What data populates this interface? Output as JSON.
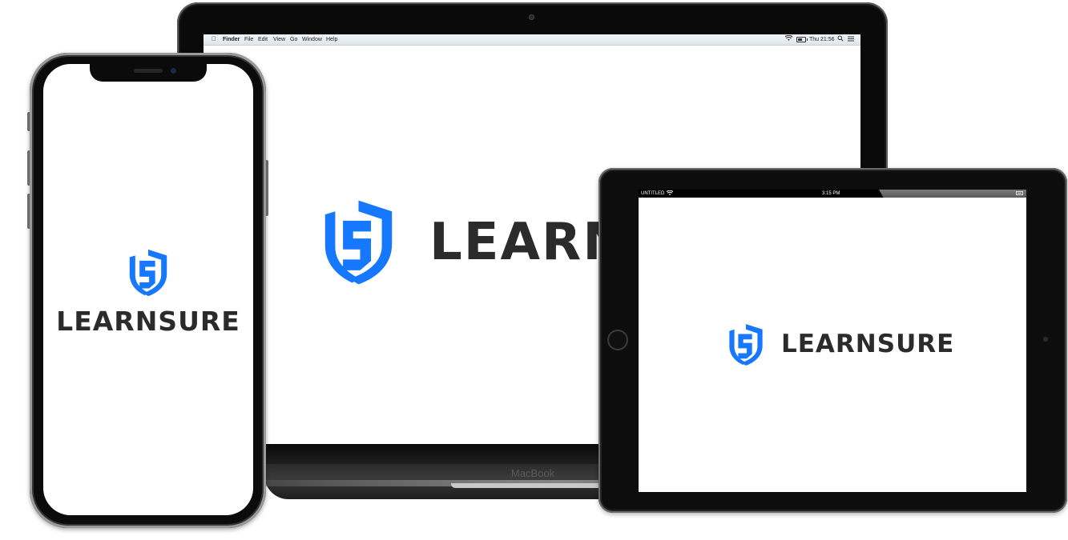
{
  "brand": {
    "wordmark": "LEARNSURE",
    "primary_color": "#1677ff",
    "text_color": "#2b2b2b",
    "logo_icon": "shield-s-logo-icon"
  },
  "laptop": {
    "brand_label": "MacBook",
    "menubar": {
      "apple_icon": "apple-icon",
      "items": [
        "Finder",
        "File",
        "Edit",
        "View",
        "Go",
        "Window",
        "Help"
      ],
      "clock": "Thu 21:56",
      "status_icons": [
        "wifi-icon",
        "battery-icon",
        "spotlight-search-icon",
        "notification-center-icon"
      ]
    }
  },
  "tablet": {
    "status_bar": {
      "carrier": "UNTITLED",
      "time": "3:15 PM",
      "status_icons": [
        "wifi-icon",
        "battery-icon"
      ]
    }
  },
  "phone": {}
}
